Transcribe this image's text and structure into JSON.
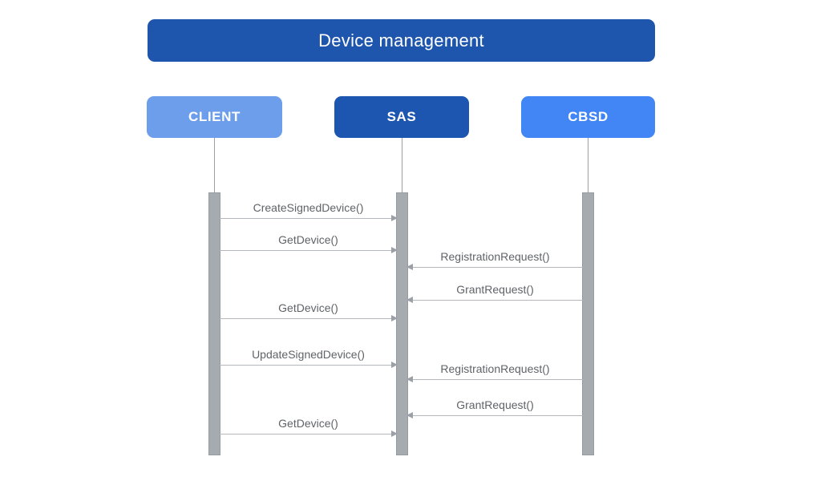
{
  "diagram": {
    "title": "Device management",
    "actors": [
      {
        "id": "client",
        "label": "CLIENT",
        "color": "#6d9eec"
      },
      {
        "id": "sas",
        "label": "SAS",
        "color": "#1d56b0"
      },
      {
        "id": "cbsd",
        "label": "CBSD",
        "color": "#4285f4"
      }
    ],
    "messages": [
      {
        "label": "CreateSignedDevice()",
        "from": "CLIENT",
        "to": "SAS"
      },
      {
        "label": "GetDevice()",
        "from": "CLIENT",
        "to": "SAS"
      },
      {
        "label": "RegistrationRequest()",
        "from": "CBSD",
        "to": "SAS"
      },
      {
        "label": "GrantRequest()",
        "from": "CBSD",
        "to": "SAS"
      },
      {
        "label": "GetDevice()",
        "from": "CLIENT",
        "to": "SAS"
      },
      {
        "label": "UpdateSignedDevice()",
        "from": "CLIENT",
        "to": "SAS"
      },
      {
        "label": "RegistrationRequest()",
        "from": "CBSD",
        "to": "SAS"
      },
      {
        "label": "GrantRequest()",
        "from": "CBSD",
        "to": "SAS"
      },
      {
        "label": "GetDevice()",
        "from": "CLIENT",
        "to": "SAS"
      }
    ],
    "colors": {
      "title_bg": "#1e55ad",
      "client_bg": "#6d9eec",
      "sas_bg": "#1d56b0",
      "cbsd_bg": "#4285f4",
      "lifeline": "#9aa0a6",
      "activation_bar": "#a6abb0",
      "arrow_line": "#b4b8bc",
      "message_text": "#5f6368",
      "label_text": "#ffffff"
    }
  }
}
